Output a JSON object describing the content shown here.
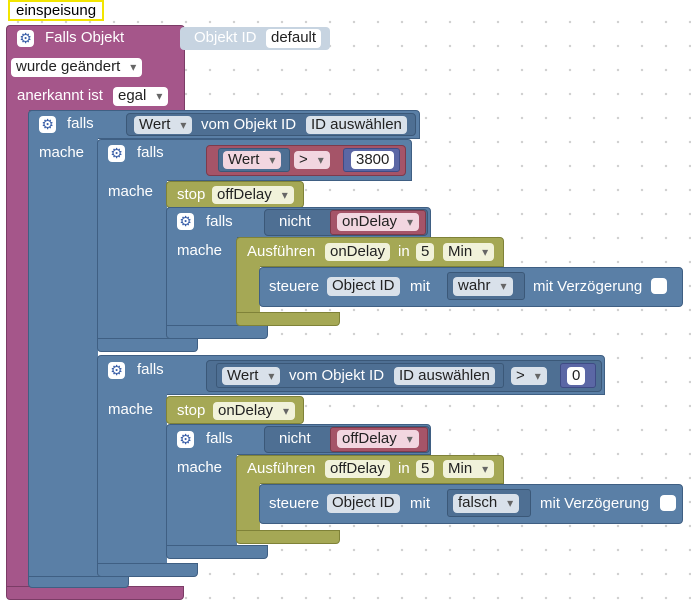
{
  "comment": "einspeisung",
  "trigger": {
    "title": "Falls Objekt",
    "object_label": "Objekt ID",
    "object_value": "default",
    "changed": "wurde geändert",
    "ack_label": "anerkannt ist",
    "ack_value": "egal"
  },
  "if1": {
    "falls": "falls",
    "mache": "mache",
    "wert": "Wert",
    "vom": "vom Objekt ID",
    "id_select": "ID auswählen"
  },
  "if2": {
    "falls": "falls",
    "mache": "mache",
    "wert": "Wert",
    "op": ">",
    "value": "3800",
    "stop": "stop",
    "stop_value": "offDelay",
    "inner": {
      "falls": "falls",
      "mache": "mache",
      "nicht": "nicht",
      "var": "onDelay",
      "ausfuehren": "Ausführen",
      "timer": "onDelay",
      "in": "in",
      "num": "5",
      "unit": "Min",
      "steuere": "steuere",
      "object_id": "Object ID",
      "mit": "mit",
      "val": "wahr",
      "delay": "mit Verzögerung"
    }
  },
  "if3": {
    "falls": "falls",
    "mache": "mache",
    "wert": "Wert",
    "vom": "vom Objekt ID",
    "id_select": "ID auswählen",
    "op": ">",
    "value": "0",
    "stop": "stop",
    "stop_value": "onDelay",
    "inner": {
      "falls": "falls",
      "mache": "mache",
      "nicht": "nicht",
      "var": "offDelay",
      "ausfuehren": "Ausführen",
      "timer": "offDelay",
      "in": "in",
      "num": "5",
      "unit": "Min",
      "steuere": "steuere",
      "object_id": "Object ID",
      "mit": "mit",
      "val": "falsch",
      "delay": "mit Verzögerung"
    }
  },
  "colors": {
    "event": "#a5568a",
    "control": "#5a7fa6",
    "timer": "#a5a855",
    "compare": "#a55468",
    "value": "#5b67a5"
  }
}
